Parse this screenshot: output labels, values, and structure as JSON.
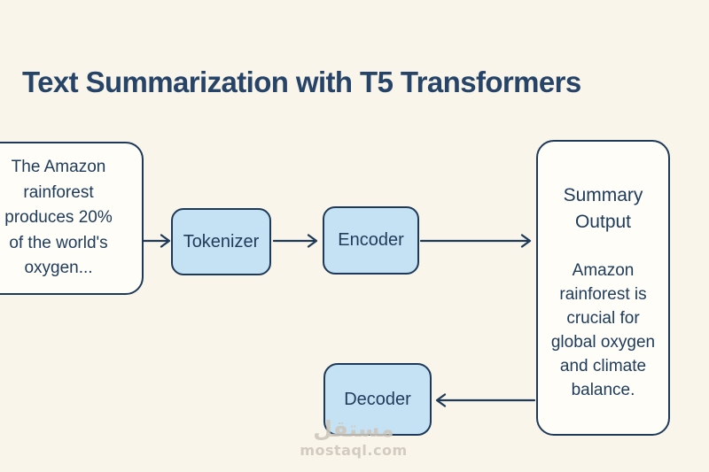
{
  "title": "Text Summarization with T5 Transformers",
  "diagram": {
    "input_box": {
      "text": "The Amazon\nrainforest\nproduces 20%\nof the world's\noxygen..."
    },
    "tokenizer_label": "Tokenizer",
    "encoder_label": "Encoder",
    "decoder_label": "Decoder",
    "summary_box": {
      "heading": "Summary\nOutput",
      "body": "Amazon\nrainforest is\ncrucial for\nglobal oxygen\nand climate\nbalance."
    }
  },
  "watermark": {
    "logo": "مستقل",
    "domain": "mostaql.com"
  },
  "colors": {
    "background": "#FAF5EA",
    "box_fill": "#FEFDF7",
    "node_fill": "#C5E2F4",
    "line": "#1F3A58",
    "text": "#203C5C",
    "title": "#264368",
    "watermark": "#CCC6BB"
  }
}
